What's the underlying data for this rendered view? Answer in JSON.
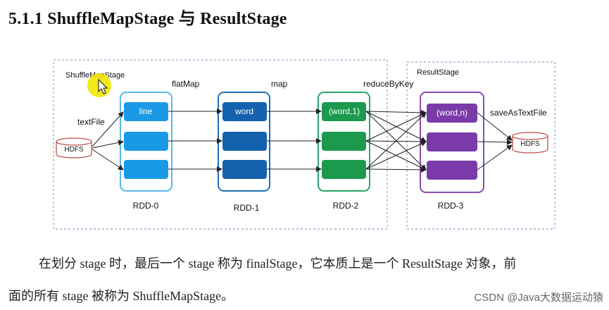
{
  "heading": "5.1.1 ShuffleMapStage 与 ResultStage",
  "diagram": {
    "shufflemap_stage_label": "ShuffleMapStage",
    "result_stage_label": "ResultStage",
    "hdfs_in": "HDFS",
    "hdfs_out": "HDFS",
    "ops": {
      "textfile": "textFile",
      "flatmap": "flatMap",
      "map": "map",
      "reducebykey": "reduceByKey",
      "saveastextfile": "saveAsTextFile"
    },
    "rdds": [
      {
        "name": "RDD-0",
        "first_label": "line"
      },
      {
        "name": "RDD-1",
        "first_label": "word"
      },
      {
        "name": "RDD-2",
        "first_label": "(word,1)"
      },
      {
        "name": "RDD-3",
        "first_label": "(word,n)"
      }
    ],
    "colors": {
      "rdd0_border": "#5bb8ea",
      "rdd0_fill": "#1a9ae6",
      "rdd1_border": "#1f6fb5",
      "rdd1_fill": "#1461ad",
      "rdd2_border": "#2aa56c",
      "rdd2_fill": "#1b9a4e",
      "rdd3_border": "#8a4bb4",
      "rdd3_fill": "#7a3aa8",
      "hdfs_stroke": "#c0504d"
    }
  },
  "paragraph": {
    "line1": "在划分 stage 时，最后一个 stage 称为 finalStage，它本质上是一个 ResultStage 对象，前",
    "line2": "面的所有 stage 被称为 ShuffleMapStage。"
  },
  "watermark": "CSDN @Java大数据运动猿"
}
